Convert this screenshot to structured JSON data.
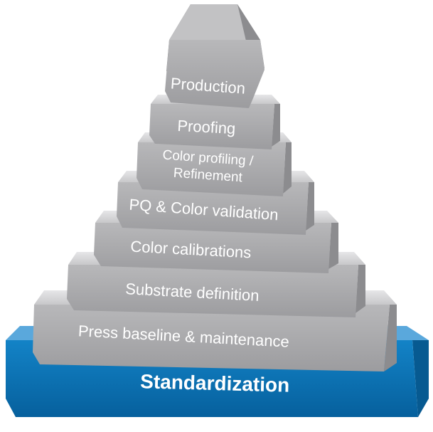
{
  "colors": {
    "tier_front": "#a9a9ab",
    "tier_top": "#d4d4d6",
    "tier_side": "#8c8c8f",
    "base_front": "#0a72b5",
    "base_top": "#3f9ad6",
    "base_side": "#075a91",
    "label": "#ffffff"
  },
  "pyramid": {
    "tiers": [
      {
        "label": "Production"
      },
      {
        "label": "Proofing"
      },
      {
        "label_line1": "Color profiling /",
        "label_line2": "Refinement"
      },
      {
        "label": "PQ & Color validation"
      },
      {
        "label": "Color calibrations"
      },
      {
        "label": "Substrate definition"
      },
      {
        "label": "Press baseline & maintenance"
      }
    ],
    "base": {
      "label": "Standardization"
    }
  }
}
